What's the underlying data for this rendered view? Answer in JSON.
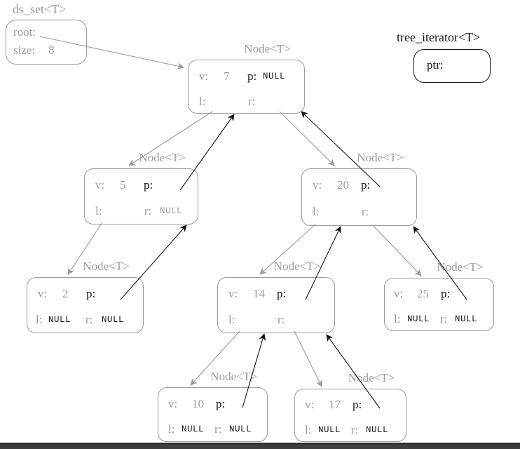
{
  "colors": {
    "gray": "#9b9b9b",
    "black": "#151515",
    "background": "#ffffff",
    "bottom_bar": "#3d3d3d"
  },
  "ds_set": {
    "title": "ds_set<T>",
    "root_label": "root:",
    "size_label": "size:",
    "size_value": "8"
  },
  "tree_iterator": {
    "title": "tree_iterator<T>",
    "ptr_label": "ptr:"
  },
  "labels": {
    "v": "v:",
    "p": "p:",
    "l": "l:",
    "r": "r:"
  },
  "nodes": [
    {
      "key": "7",
      "title": "Node<T>",
      "v": "7",
      "p": "NULL",
      "l": "",
      "r": "",
      "value_colors": {
        "v": "gray",
        "p": "black",
        "l": "gray",
        "r": "gray"
      }
    },
    {
      "key": "5",
      "title": "Node<T>",
      "v": "5",
      "p": "",
      "l": "",
      "r": "NULL",
      "value_colors": {
        "v": "gray",
        "p": "black",
        "l": "gray",
        "r": "gray"
      }
    },
    {
      "key": "20",
      "title": "Node<T>",
      "v": "20",
      "p": "",
      "l": "",
      "r": "",
      "value_colors": {
        "v": "gray",
        "p": "black",
        "l": "gray",
        "r": "gray"
      }
    },
    {
      "key": "2",
      "title": "Node<T>",
      "v": "2",
      "p": "",
      "l": "NULL",
      "r": "NULL",
      "value_colors": {
        "v": "gray",
        "p": "black",
        "l": "black",
        "r": "black"
      }
    },
    {
      "key": "14",
      "title": "Node<T>",
      "v": "14",
      "p": "",
      "l": "",
      "r": "",
      "value_colors": {
        "v": "gray",
        "p": "black",
        "l": "gray",
        "r": "gray"
      }
    },
    {
      "key": "25",
      "title": "Node<T>",
      "v": "25",
      "p": "",
      "l": "NULL",
      "r": "NULL",
      "value_colors": {
        "v": "gray",
        "p": "black",
        "l": "black",
        "r": "black"
      }
    },
    {
      "key": "10",
      "title": "Node<T>",
      "v": "10",
      "p": "",
      "l": "NULL",
      "r": "NULL",
      "value_colors": {
        "v": "gray",
        "p": "black",
        "l": "black",
        "r": "black"
      }
    },
    {
      "key": "17",
      "title": "Node<T>",
      "v": "17",
      "p": "",
      "l": "NULL",
      "r": "NULL",
      "value_colors": {
        "v": "gray",
        "p": "black",
        "l": "black",
        "r": "black"
      }
    }
  ]
}
